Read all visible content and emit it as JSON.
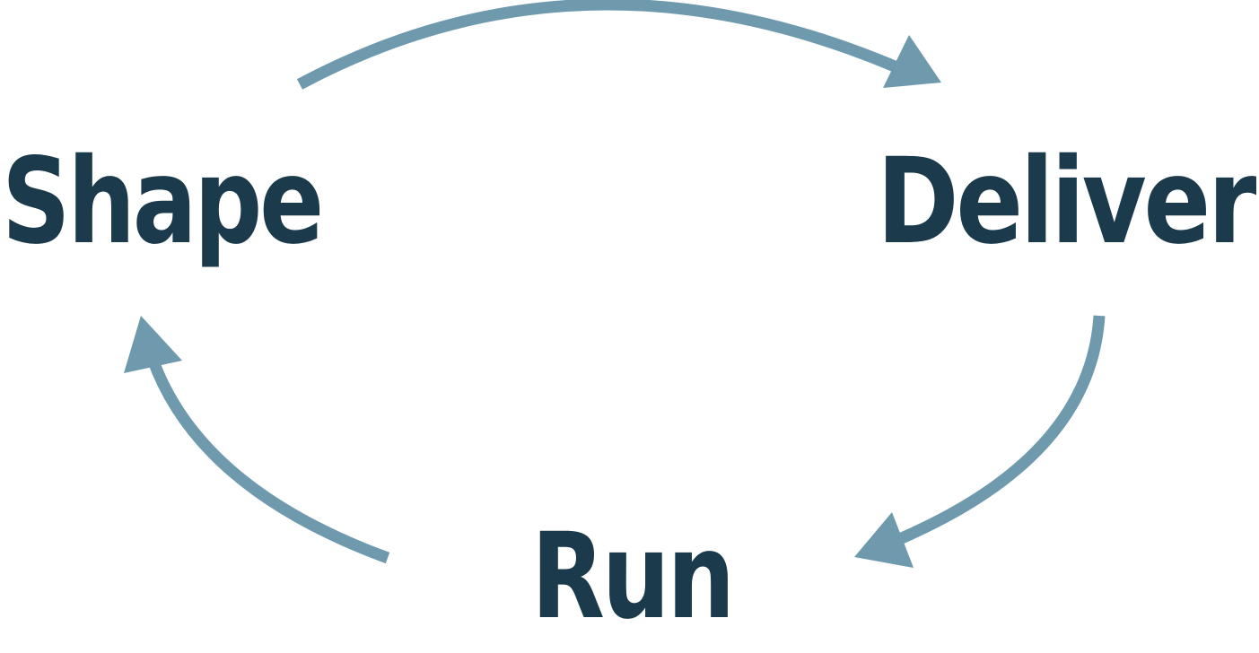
{
  "stages": {
    "shape": "Shape",
    "deliver": "Deliver",
    "run": "Run"
  },
  "colors": {
    "label": "#1b3a4b",
    "arrow": "#6f9aae",
    "background": "#ffffff"
  },
  "flow": [
    {
      "from": "Shape",
      "to": "Deliver"
    },
    {
      "from": "Deliver",
      "to": "Run"
    },
    {
      "from": "Run",
      "to": "Shape"
    }
  ]
}
